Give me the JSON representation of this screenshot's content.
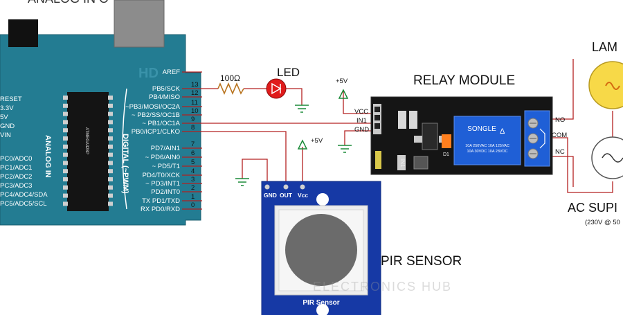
{
  "title_partial": "ANALOG IN O",
  "arduino": {
    "board_mark": "HD",
    "left_pins": [
      "RESET",
      "3.3V",
      "5V",
      "GND",
      "VIN"
    ],
    "analog_pins": [
      "PC0/ADC0",
      "PC1/ADC1",
      "PC2/ADC2",
      "PC3/ADC3",
      "PC4/ADC4/SDA",
      "PC5/ADC5/SCL"
    ],
    "analog_label": "ANALOG IN",
    "chip_label": "ATMEGA328P",
    "digital_label": "DIGITAL (~PWM)",
    "aref": "AREF",
    "pins_top": [
      {
        "name": "PB5/SCK",
        "num": "13"
      },
      {
        "name": "PB4/MISO",
        "num": "12"
      },
      {
        "name": "~PB3/MOSI/OC2A",
        "num": "11"
      },
      {
        "name": "~ PB2/SS/OC1B",
        "num": "10"
      },
      {
        "name": "~ PB1/OC1A",
        "num": "9"
      },
      {
        "name": "PB0/ICP1/CLKO",
        "num": "8"
      }
    ],
    "pins_bottom": [
      {
        "name": "PD7/AIN1",
        "num": "7"
      },
      {
        "name": "~ PD6/AIN0",
        "num": "6"
      },
      {
        "name": "~ PD5/T1",
        "num": "5"
      },
      {
        "name": "PD4/T0/XCK",
        "num": "4"
      },
      {
        "name": "~ PD3/INT1",
        "num": "3"
      },
      {
        "name": "PD2/INT0",
        "num": "2"
      },
      {
        "name": "TX PD1/TXD",
        "num": "1"
      },
      {
        "name": "RX PD0/RXD",
        "num": "0"
      }
    ]
  },
  "resistor_label": "100Ω",
  "led_label": "LED",
  "supply_relay": "+5V",
  "supply_pir": "+5V",
  "relay": {
    "title": "RELAY MODULE",
    "pins": [
      "VCC",
      "IN1",
      "GND"
    ],
    "block_label": "SONGLE",
    "block_specs": [
      "10A 250VAC 10A 125VAC",
      "10A 30VDC 10A 28VDC"
    ],
    "in_label": "IN1",
    "d_label": "D1",
    "terminals": [
      "NO",
      "COM",
      "NC"
    ]
  },
  "pir": {
    "title": "PIR SENSOR",
    "pins": [
      "GND",
      "OUT",
      "Vcc"
    ],
    "board_label": "PIR Sensor"
  },
  "load": {
    "title": "LAM",
    "supply_title": "AC SUPI",
    "supply_note": "(230V @ 50"
  },
  "watermark": "ELECTRONICS HUB"
}
